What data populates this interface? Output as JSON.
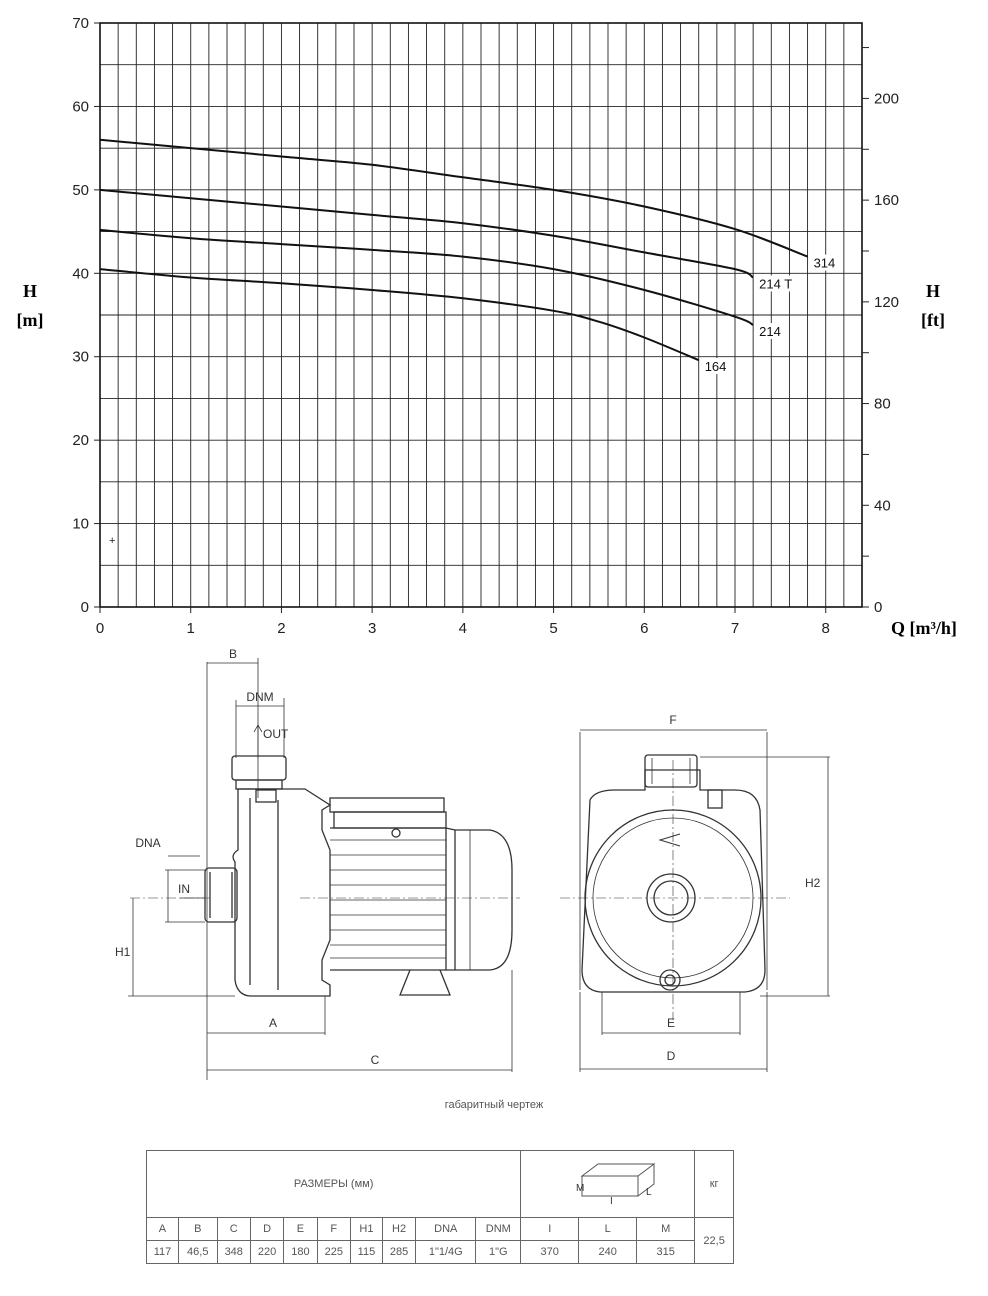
{
  "chart_data": {
    "type": "line",
    "x_axis": {
      "label": "Q [m³/h]",
      "range": [
        0,
        8.4
      ],
      "ticks": [
        0,
        1,
        2,
        3,
        4,
        5,
        6,
        7,
        8
      ]
    },
    "y_axis_left": {
      "label_symbol": "H",
      "label_unit": "[m]",
      "range": [
        0,
        70
      ],
      "ticks": [
        0,
        10,
        20,
        30,
        40,
        50,
        60,
        70
      ]
    },
    "y_axis_right": {
      "label_symbol": "H",
      "label_unit": "[ft]",
      "ticks": [
        0,
        40,
        80,
        120,
        160,
        200
      ]
    },
    "grid": true,
    "series": [
      {
        "name": "314",
        "points": [
          [
            0,
            56
          ],
          [
            1,
            55
          ],
          [
            2,
            54
          ],
          [
            3,
            53
          ],
          [
            4,
            51.5
          ],
          [
            5,
            50
          ],
          [
            6,
            48
          ],
          [
            7,
            45.3
          ],
          [
            7.8,
            42
          ]
        ]
      },
      {
        "name": "214 T",
        "points": [
          [
            0,
            50
          ],
          [
            1,
            49
          ],
          [
            2,
            48
          ],
          [
            3,
            47
          ],
          [
            4,
            46
          ],
          [
            5,
            44.5
          ],
          [
            6,
            42.5
          ],
          [
            7,
            40.5
          ],
          [
            7.2,
            39.5
          ]
        ]
      },
      {
        "name": "214",
        "points": [
          [
            0,
            45.2
          ],
          [
            1,
            44.2
          ],
          [
            2,
            43.5
          ],
          [
            3,
            42.8
          ],
          [
            4,
            42
          ],
          [
            5,
            40.5
          ],
          [
            6,
            38
          ],
          [
            7,
            34.8
          ],
          [
            7.2,
            33.8
          ]
        ]
      },
      {
        "name": "164",
        "points": [
          [
            0,
            40.5
          ],
          [
            1,
            39.5
          ],
          [
            2,
            38.8
          ],
          [
            3,
            38
          ],
          [
            4,
            37
          ],
          [
            5,
            35.5
          ],
          [
            5.5,
            34.2
          ],
          [
            6,
            32.3
          ],
          [
            6.6,
            29.6
          ]
        ]
      }
    ]
  },
  "drawing": {
    "labels": {
      "B": "B",
      "DNM": "DNM",
      "OUT": "OUT",
      "DNA": "DNA",
      "IN": "IN",
      "H1": "H1",
      "A": "A",
      "C": "C",
      "F": "F",
      "H2": "H2",
      "E": "E",
      "D": "D",
      "M": "M",
      "L": "L",
      "I": "I"
    },
    "caption": "габаритный чертеж"
  },
  "table": {
    "title": "РАЗМЕРЫ (мм)",
    "weight_header": "кг",
    "columns": [
      "A",
      "B",
      "C",
      "D",
      "E",
      "F",
      "H1",
      "H2",
      "DNA",
      "DNM",
      "I",
      "L",
      "M"
    ],
    "values": [
      "117",
      "46,5",
      "348",
      "220",
      "180",
      "225",
      "115",
      "285",
      "1\"1/4G",
      "1\"G",
      "370",
      "240",
      "315"
    ],
    "weight": "22,5"
  }
}
